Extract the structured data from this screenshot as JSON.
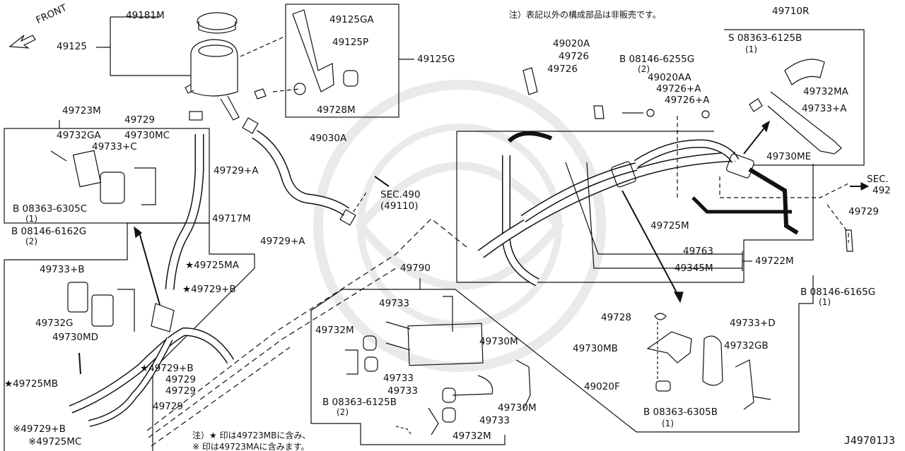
{
  "front_label": "FRONT",
  "diagram_id": "J49701J3",
  "notes": {
    "top_jp": "注）表記以外の構成部品は非販売です。",
    "bottom_line1": "注）★ 印は49723MBに含み、",
    "bottom_line2": "※ 印は49723MAに含みます。"
  },
  "parts": [
    {
      "code": "49181M"
    },
    {
      "code": "49125"
    },
    {
      "code": "49125GA"
    },
    {
      "code": "49125P"
    },
    {
      "code": "49125G"
    },
    {
      "code": "49728M"
    },
    {
      "code": "49723M"
    },
    {
      "code": "49729"
    },
    {
      "code": "49030A"
    },
    {
      "code": "49732GA"
    },
    {
      "code": "49730MC"
    },
    {
      "code": "49733+C"
    },
    {
      "code": "49729+A"
    },
    {
      "code": "B 08363-6305C"
    },
    {
      "code": "(1)"
    },
    {
      "code": "B 08146-6162G"
    },
    {
      "code": "(2)"
    },
    {
      "code": "49717M"
    },
    {
      "code": "SEC.490"
    },
    {
      "code": "(49110)"
    },
    {
      "code": "49729+A"
    },
    {
      "code": "★49725MA"
    },
    {
      "code": "49733+B"
    },
    {
      "code": "★49729+B"
    },
    {
      "code": "49732G"
    },
    {
      "code": "49730MD"
    },
    {
      "code": "★49725MB"
    },
    {
      "code": "★49729+B"
    },
    {
      "code": "49729"
    },
    {
      "code": "49729"
    },
    {
      "code": "49729"
    },
    {
      "code": "※49729+B"
    },
    {
      "code": "※49725MC"
    },
    {
      "code": "49790"
    },
    {
      "code": "49733"
    },
    {
      "code": "49732M"
    },
    {
      "code": "49730M"
    },
    {
      "code": "49733"
    },
    {
      "code": "49733"
    },
    {
      "code": "B 08363-6125B"
    },
    {
      "code": "(2)"
    },
    {
      "code": "49733"
    },
    {
      "code": "49730M"
    },
    {
      "code": "49732M"
    },
    {
      "code": "49020A"
    },
    {
      "code": "49726"
    },
    {
      "code": "49726"
    },
    {
      "code": "B 08146-6255G"
    },
    {
      "code": "(2)"
    },
    {
      "code": "49020AA"
    },
    {
      "code": "49726+A"
    },
    {
      "code": "49726+A"
    },
    {
      "code": "49710R"
    },
    {
      "code": "S 08363-6125B"
    },
    {
      "code": "(1)"
    },
    {
      "code": "49732MA"
    },
    {
      "code": "49733+A"
    },
    {
      "code": "49730ME"
    },
    {
      "code": "SEC."
    },
    {
      "code": "492"
    },
    {
      "code": "49729"
    },
    {
      "code": "49725M"
    },
    {
      "code": "49763"
    },
    {
      "code": "49345M"
    },
    {
      "code": "49722M"
    },
    {
      "code": "B 08146-6165G"
    },
    {
      "code": "(1)"
    },
    {
      "code": "49728"
    },
    {
      "code": "49733+D"
    },
    {
      "code": "49730MB"
    },
    {
      "code": "49732GB"
    },
    {
      "code": "49020F"
    },
    {
      "code": "B 08363-6305B"
    },
    {
      "code": "(1)"
    }
  ]
}
